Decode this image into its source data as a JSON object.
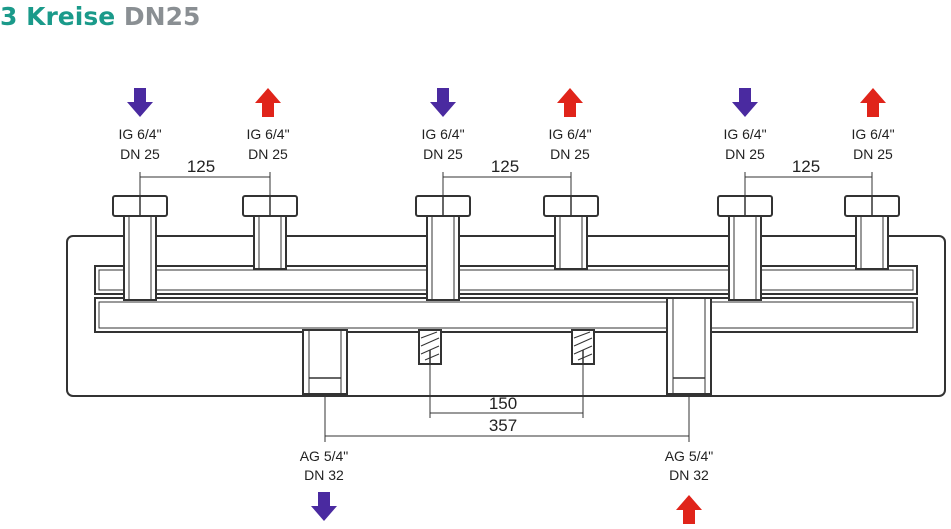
{
  "title": {
    "main": "3 Kreise",
    "sub": "DN25"
  },
  "colors": {
    "title_main": "#1a9a8a",
    "title_sub": "#8a8f93",
    "arrow_cold": "#4a2aa0",
    "arrow_hot": "#e0241a"
  },
  "top_connections": [
    {
      "thread": "IG 6/4\"",
      "dn": "DN 25",
      "flow": "down"
    },
    {
      "thread": "IG 6/4\"",
      "dn": "DN 25",
      "flow": "up"
    },
    {
      "thread": "IG 6/4\"",
      "dn": "DN 25",
      "flow": "down"
    },
    {
      "thread": "IG 6/4\"",
      "dn": "DN 25",
      "flow": "up"
    },
    {
      "thread": "IG 6/4\"",
      "dn": "DN 25",
      "flow": "down"
    },
    {
      "thread": "IG 6/4\"",
      "dn": "DN 25",
      "flow": "up"
    }
  ],
  "bottom_connections": [
    {
      "thread": "AG 5/4\"",
      "dn": "DN 32",
      "flow": "down"
    },
    {
      "thread": "AG 5/4\"",
      "dn": "DN 32",
      "flow": "up"
    }
  ],
  "dimensions": {
    "top_spacing": [
      "125",
      "125",
      "125"
    ],
    "middle": "150",
    "overall": "357"
  }
}
